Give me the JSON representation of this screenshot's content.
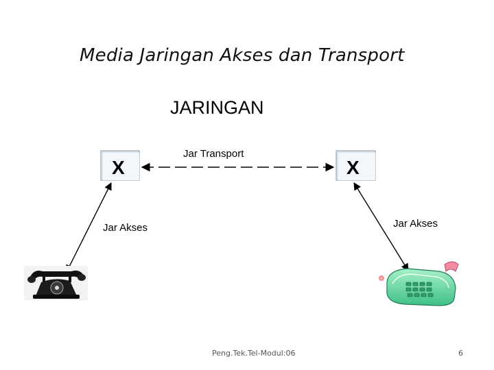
{
  "slide": {
    "title": "Media Jaringan Akses dan Transport",
    "footer_text": "Peng.Tek.Tel-Modul:06",
    "page_number": "6"
  },
  "diagram": {
    "heading": "JARINGAN",
    "node_left_label": "X",
    "node_right_label": "X",
    "transport_label": "Jar Transport",
    "access_left_label": "Jar Akses",
    "access_right_label": "Jar Akses"
  }
}
